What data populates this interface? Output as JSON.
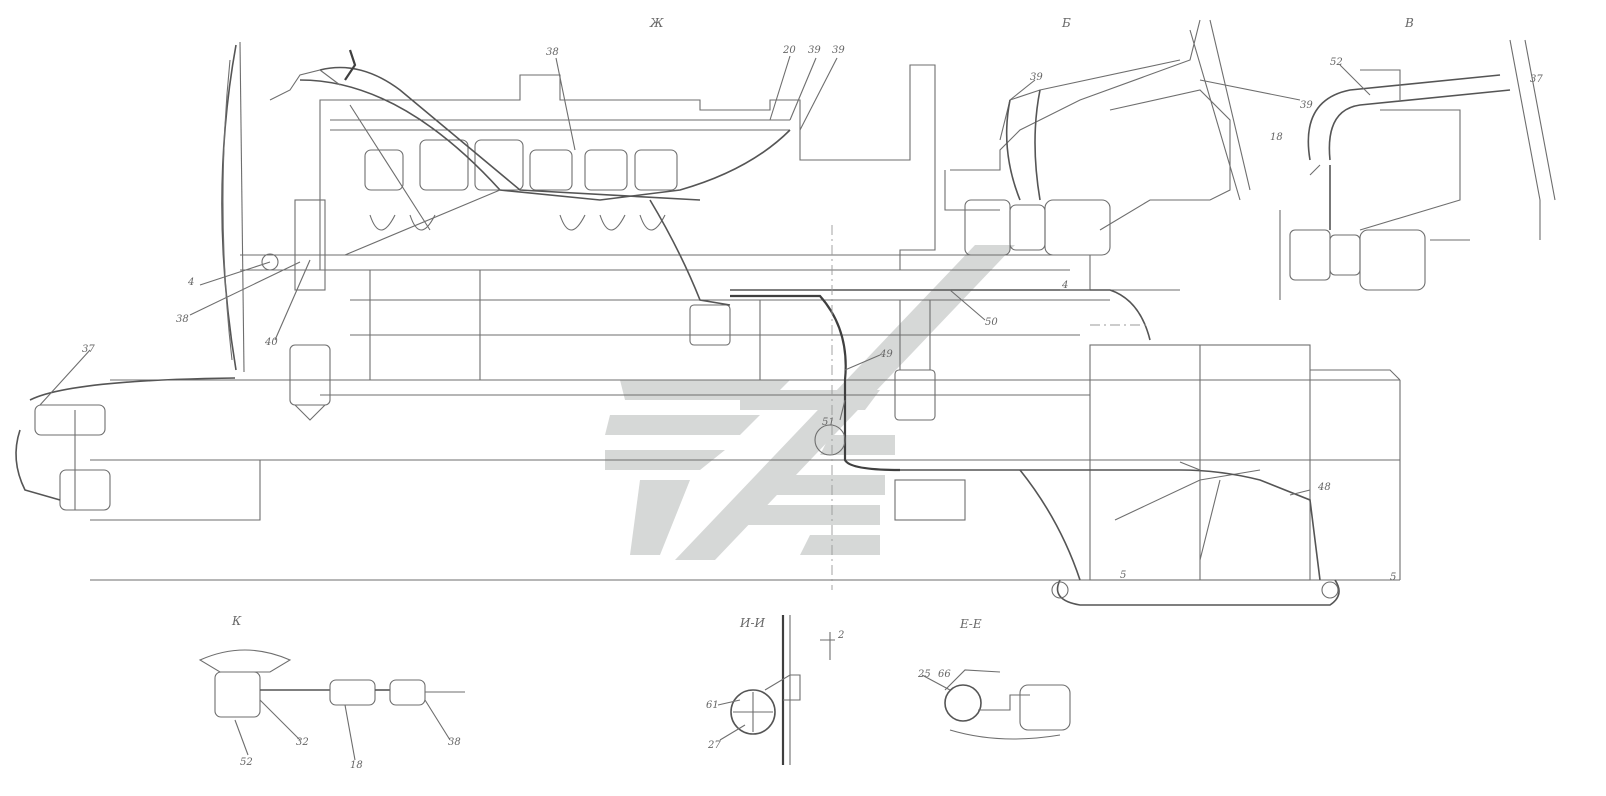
{
  "colors": {
    "line": "#6e6e6e",
    "watermark": "#d4d6d5",
    "background": "#ffffff"
  },
  "view_titles": {
    "top": "Ж",
    "right_1": "Б",
    "right_2": "В",
    "bottom_left": "К",
    "bottom_mid": "И-И",
    "bottom_right": "Е-Е"
  },
  "callouts": {
    "c_top_1": "38",
    "c_top_2": "20",
    "c_top_3": "39",
    "c_top_4": "39",
    "c_left_1": "4",
    "c_left_2": "38",
    "c_left_3": "37",
    "c_left_4": "40",
    "c_mid_1": "50",
    "c_mid_2": "49",
    "c_mid_3": "51",
    "c_rt_1": "4",
    "c_rt_2": "48",
    "c_rt_3": "5",
    "c_rt_4": "5",
    "c_b_1": "39",
    "c_b_2": "39",
    "c_b_3": "18",
    "c_v_1": "52",
    "c_v_2": "37",
    "c_k_1": "52",
    "c_k_2": "32",
    "c_k_3": "18",
    "c_k_4": "38",
    "c_i_1": "61",
    "c_i_2": "27",
    "c_i_3": "2",
    "c_e_1": "25",
    "c_e_2": "66"
  },
  "watermark": {
    "name": "emblem-logo"
  }
}
